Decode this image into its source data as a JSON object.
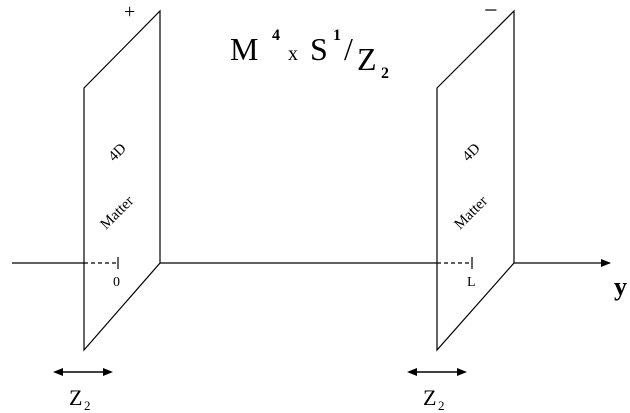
{
  "title": {
    "m": "M",
    "m_sup": "4",
    "times": "x",
    "s": "S",
    "s_sup": "1",
    "slash": "/",
    "z": "Z",
    "z_sub": "2"
  },
  "left_brane": {
    "sign": "+",
    "label_top": "4D",
    "label_bottom": "Matter",
    "tick": "0"
  },
  "right_brane": {
    "sign": "−",
    "label_top": "4D",
    "label_bottom": "Matter",
    "tick": "L"
  },
  "axis": {
    "label": "y"
  },
  "left_symmetry": {
    "z": "Z",
    "sub": "2"
  },
  "right_symmetry": {
    "z": "Z",
    "sub": "2"
  },
  "colors": {
    "ink": "#000000",
    "background": "#ffffff"
  }
}
